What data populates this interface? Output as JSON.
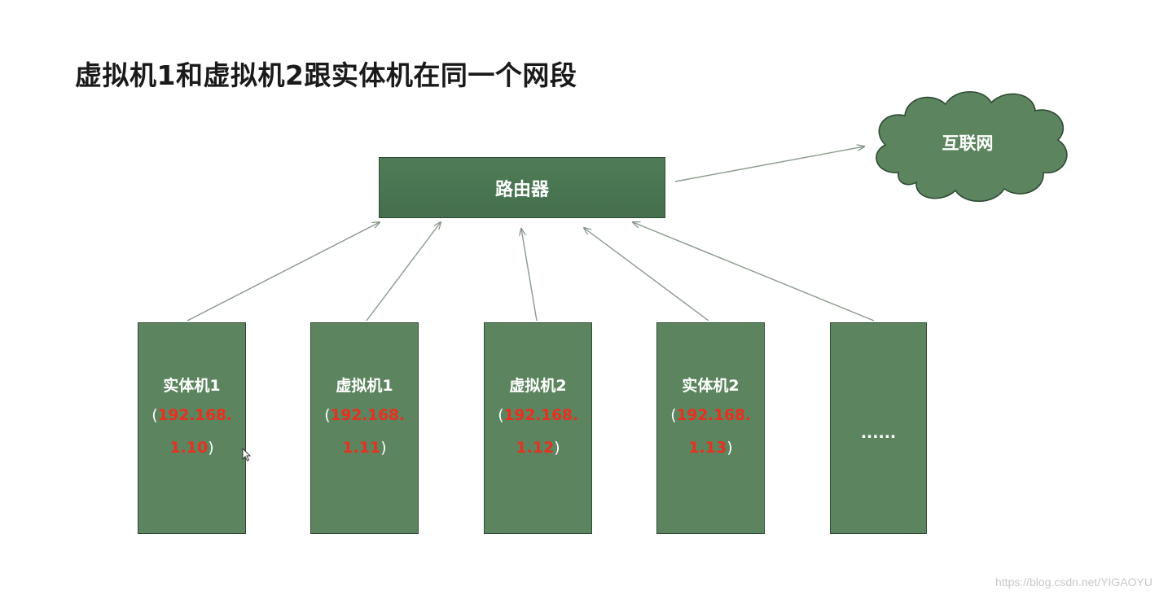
{
  "title": "虚拟机1和虚拟机2跟实体机在同一个网段",
  "router": {
    "label": "路由器"
  },
  "internet": {
    "label": "互联网"
  },
  "machines": [
    {
      "name": "实体机1",
      "ip_part1": "192.168.",
      "ip_part2": "1.10"
    },
    {
      "name": "虚拟机1",
      "ip_part1": "192.168.",
      "ip_part2": "1.11"
    },
    {
      "name": "虚拟机2",
      "ip_part1": "192.168.",
      "ip_part2": "1.12"
    },
    {
      "name": "实体机2",
      "ip_part1": "192.168.",
      "ip_part2": "1.13"
    },
    {
      "name": "......"
    }
  ],
  "punctuation": {
    "open": "(",
    "close": ")"
  },
  "watermark": "https://blog.csdn.net/YIGAOYU",
  "colors": {
    "box_fill": "#5c855f",
    "router_fill": "#4a7552",
    "ip_text": "#e8301f",
    "arrow": "#8a9a8c"
  }
}
